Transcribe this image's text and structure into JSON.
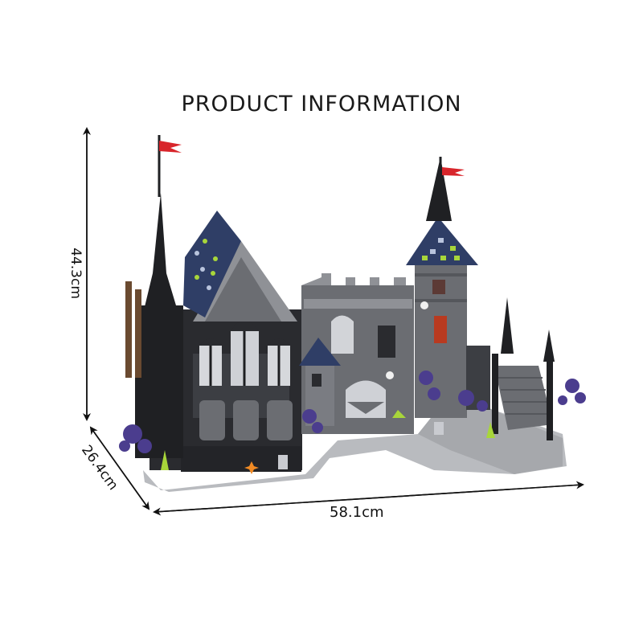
{
  "title": "PRODUCT INFORMATION",
  "product": {
    "subject": "gothic-castle-building-block-model",
    "dimensions": {
      "height": "44.3cm",
      "depth": "26.4cm",
      "width": "58.1cm"
    }
  },
  "colors": {
    "background": "#ffffff",
    "text": "#1a1a1a",
    "arrow": "#111111",
    "castle_dark": "#2a2b2f",
    "castle_grey": "#6b6d72",
    "castle_light_grey": "#8f9196",
    "roof_blue": "#2f3e66",
    "flag_red": "#d8252b",
    "baseplate": "#b9bbbf",
    "plants_purple": "#4b3d8e",
    "plants_green": "#a8d63a",
    "accent_orange": "#f08a24"
  }
}
